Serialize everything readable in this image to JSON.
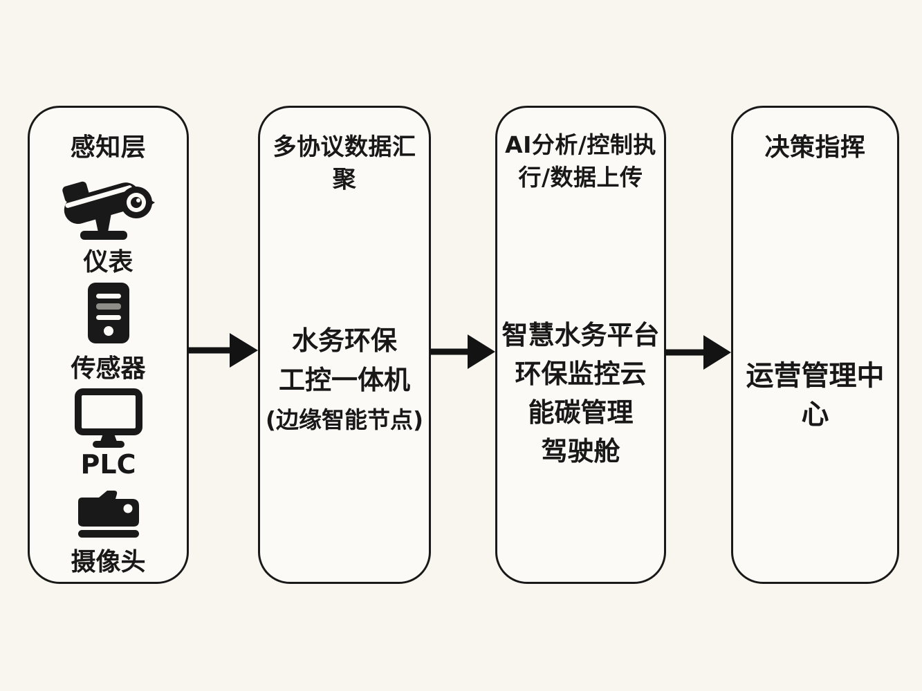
{
  "colors": {
    "background": "#f8f6ef",
    "panel_fill": "#fcfaf6",
    "ink": "#191919"
  },
  "panels": [
    {
      "name": "perception-layer",
      "title": "感知层",
      "items": [
        {
          "icon": "cctv-camera-icon",
          "label": "仪表"
        },
        {
          "icon": "server-tower-icon",
          "label": "传感器"
        },
        {
          "icon": "monitor-icon",
          "label": "PLC"
        },
        {
          "icon": "camera-icon",
          "label": "摄像头"
        }
      ]
    },
    {
      "name": "protocol-aggregation",
      "title": "多协议数据汇聚",
      "lines": [
        "水务环保",
        "工控一体机",
        "(边缘智能节点)"
      ]
    },
    {
      "name": "ai-analysis-upload",
      "title": "AI分析/控制执\n行/数据上传",
      "lines": [
        "智慧水务平台",
        "环保监控云",
        "能碳管理",
        "驾驶舱"
      ]
    },
    {
      "name": "decision-command",
      "title": "决策指挥",
      "lines": [
        "运营管理中心"
      ]
    }
  ]
}
